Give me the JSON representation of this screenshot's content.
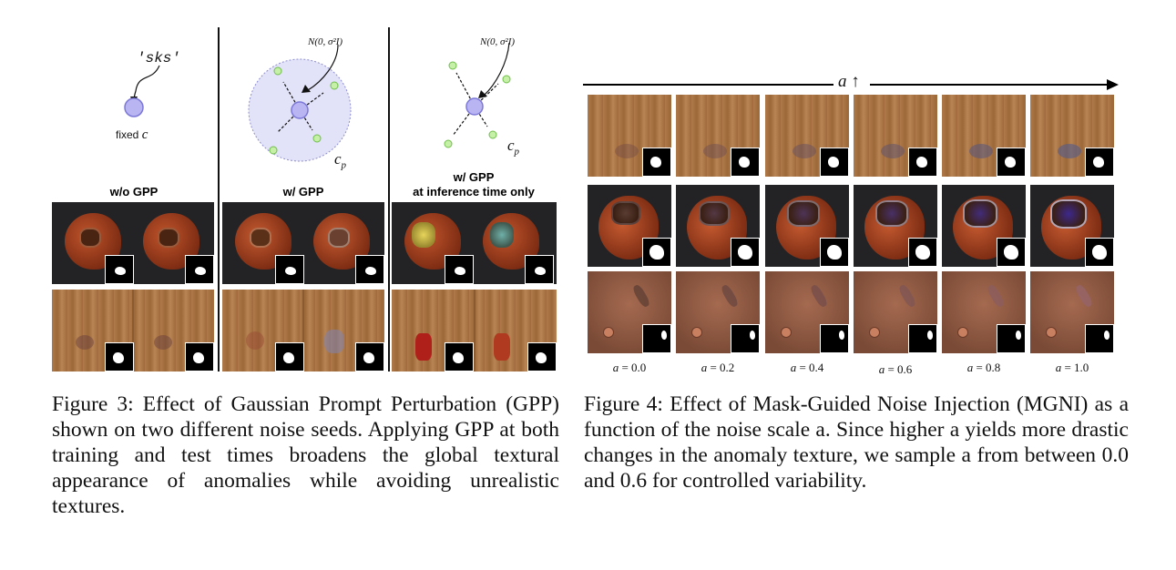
{
  "figure3": {
    "col1": {
      "prompt_text": "'sks'",
      "fixed_label": "fixed",
      "fixed_symbol": "c",
      "title": "w/o GPP"
    },
    "col2": {
      "noise_label": "N(0, σ²I)",
      "region_label": "c",
      "region_sub": "p",
      "title": "w/ GPP"
    },
    "col3": {
      "noise_label": "N(0, σ²I)",
      "region_label": "c",
      "region_sub": "p",
      "title_line1": "w/ GPP",
      "title_line2": "at inference time only"
    },
    "caption": "Figure 3: Effect of Gaussian Prompt Perturbation (GPP) shown on two different noise seeds. Applying GPP at both training and test times broadens the global textural appearance of anomalies while avoiding unrealistic textures."
  },
  "figure4": {
    "axis_symbol": "a",
    "axis_arrow": "↑",
    "a_labels": [
      {
        "sym": "a",
        "val": "= 0.0"
      },
      {
        "sym": "a",
        "val": "= 0.2"
      },
      {
        "sym": "a",
        "val": "= 0.4"
      },
      {
        "sym": "a",
        "val": "= 0.6"
      },
      {
        "sym": "a",
        "val": "= 0.8"
      },
      {
        "sym": "a",
        "val": "= 1.0"
      }
    ],
    "caption": "Figure 4: Effect of Mask-Guided Noise Injection (MGNI) as a function of the noise scale a. Since higher a yields more drastic changes in the anomaly texture, we sample a from between 0.0 and 0.6 for controlled variability."
  },
  "colors": {
    "node_fill": "#b9b5f2",
    "node_stroke": "#7c78d8",
    "noise_fill": "#c6f0a8",
    "noise_stroke": "#6fbf4a",
    "region_fill": "#e2e2f8"
  }
}
